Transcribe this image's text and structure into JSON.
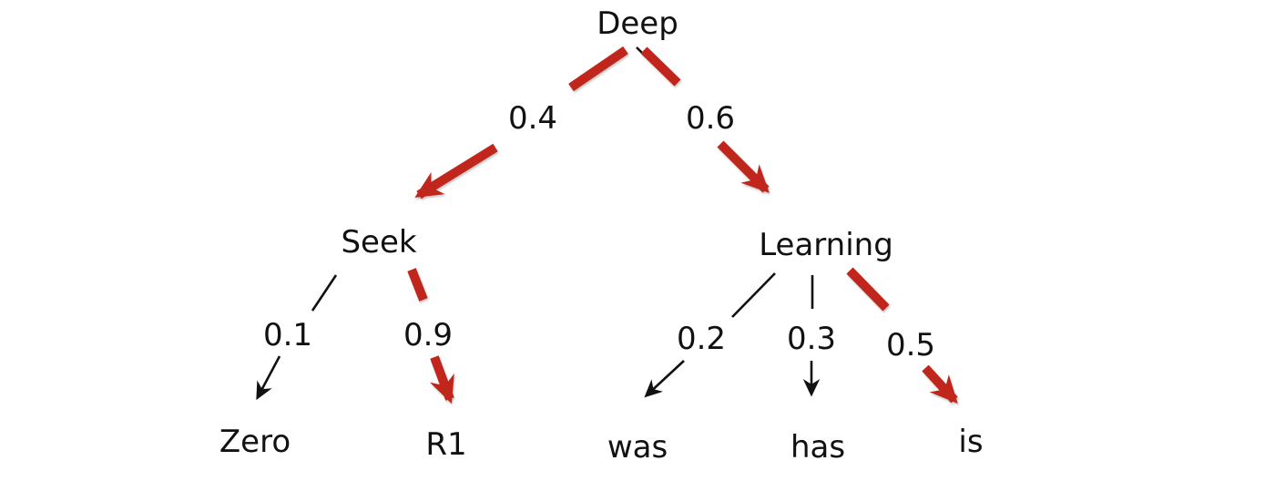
{
  "diagram": {
    "kind": "probability-tree",
    "nodes": {
      "root": "Deep",
      "left": "Seek",
      "right": "Learning",
      "leaf_zero": "Zero",
      "leaf_r1": "R1",
      "leaf_was": "was",
      "leaf_has": "has",
      "leaf_is": "is"
    },
    "edges": [
      {
        "from": "Deep",
        "to": "Seek",
        "prob": "0.4",
        "style": "bold-red"
      },
      {
        "from": "Deep",
        "to": "Learning",
        "prob": "0.6",
        "style": "bold-red"
      },
      {
        "from": "Seek",
        "to": "Zero",
        "prob": "0.1",
        "style": "thin-black"
      },
      {
        "from": "Seek",
        "to": "R1",
        "prob": "0.9",
        "style": "bold-red"
      },
      {
        "from": "Learning",
        "to": "was",
        "prob": "0.2",
        "style": "thin-black"
      },
      {
        "from": "Learning",
        "to": "has",
        "prob": "0.3",
        "style": "thin-black"
      },
      {
        "from": "Learning",
        "to": "is",
        "prob": "0.5",
        "style": "bold-red"
      }
    ]
  },
  "colors": {
    "highlight_red": "#c0261c",
    "edge_black": "#111111",
    "background": "#ffffff"
  }
}
